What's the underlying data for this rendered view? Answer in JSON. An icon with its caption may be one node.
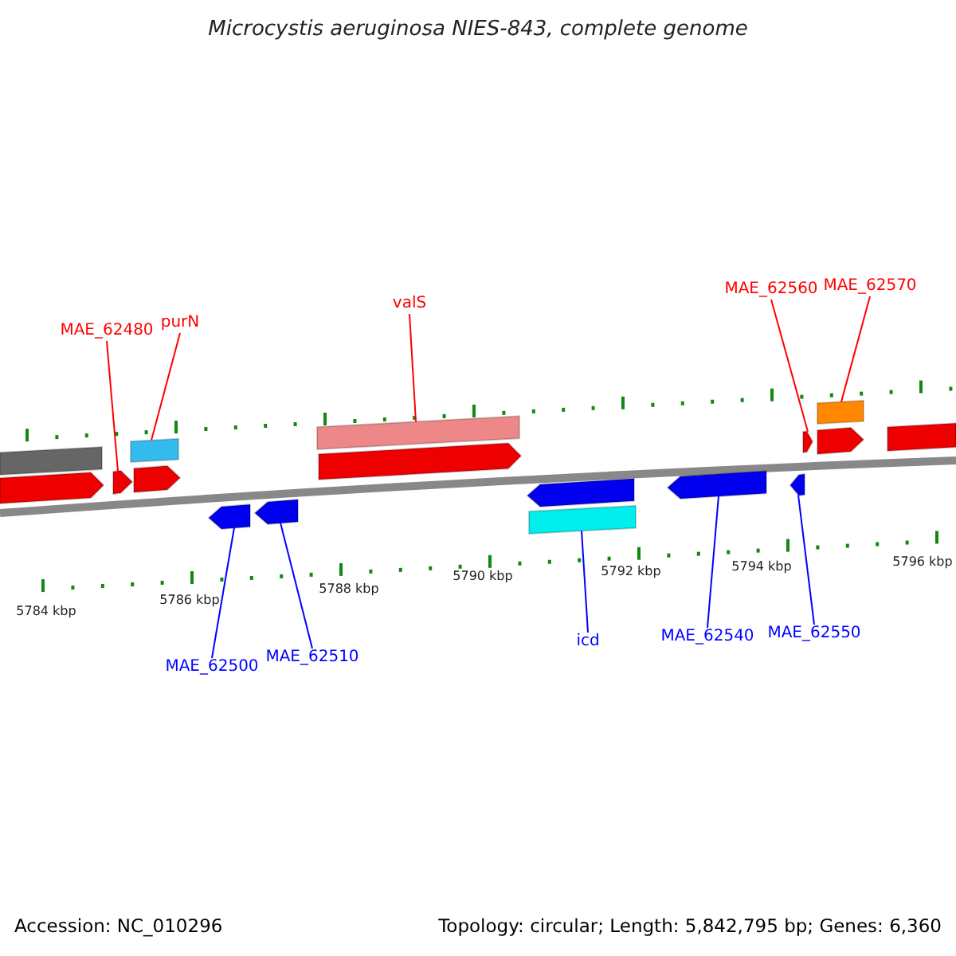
{
  "diagram": {
    "title": "Microcystis aeruginosa NIES-843, complete genome",
    "nodes": [
      {
        "text": [
          "MAE_62480"
        ]
      },
      {
        "text": [
          "purN"
        ]
      },
      {
        "text": [
          "valS"
        ]
      },
      {
        "text": [
          "MAE_62560"
        ]
      },
      {
        "text": [
          "MAE_62570"
        ]
      },
      {
        "text": [
          "MAE_62500"
        ]
      },
      {
        "text": [
          "MAE_62510"
        ]
      },
      {
        "text": [
          "icd"
        ]
      },
      {
        "text": [
          "MAE_62540"
        ]
      },
      {
        "text": [
          "MAE_62550"
        ]
      },
      {
        "text": [],
        "shape": "bar"
      },
      {
        "text": [],
        "shape": "arrow"
      },
      {
        "text": [],
        "shape": "arrow"
      },
      {
        "text": [],
        "shape": "bar"
      },
      {
        "text": [],
        "shape": "arrow"
      },
      {
        "text": [],
        "shape": "arrow"
      },
      {
        "text": [],
        "shape": "arrow"
      },
      {
        "text": [],
        "shape": "bar"
      },
      {
        "text": [],
        "shape": "arrow"
      },
      {
        "text": [],
        "shape": "arrow"
      },
      {
        "text": [],
        "shape": "bar"
      },
      {
        "text": [],
        "shape": "arrow"
      },
      {
        "text": [],
        "shape": "arrow"
      },
      {
        "text": [],
        "shape": "arrow"
      },
      {
        "text": [],
        "shape": "bar"
      },
      {
        "text": [],
        "shape": "arrow"
      },
      {
        "text": [],
        "shape": "bar"
      }
    ],
    "edges": [
      {
        "from": 0,
        "to": 12,
        "arrow": "none",
        "color": "#ff0000"
      },
      {
        "from": 1,
        "to": 13,
        "arrow": "none",
        "color": "#ff0000"
      },
      {
        "from": 2,
        "to": 17,
        "arrow": "none",
        "color": "#ff0000"
      },
      {
        "from": 3,
        "to": 23,
        "arrow": "none",
        "color": "#ff0000"
      },
      {
        "from": 4,
        "to": 24,
        "arrow": "none",
        "color": "#ff0000"
      },
      {
        "from": 5,
        "to": 15,
        "arrow": "none",
        "color": "#0000ff"
      },
      {
        "from": 6,
        "to": 16,
        "arrow": "none",
        "color": "#0000ff"
      },
      {
        "from": 7,
        "to": 20,
        "arrow": "none",
        "color": "#0000ff"
      },
      {
        "from": 8,
        "to": 21,
        "arrow": "none",
        "color": "#0000ff"
      },
      {
        "from": 9,
        "to": 22,
        "arrow": "none",
        "color": "#0000ff"
      }
    ],
    "labels": [
      "5784 kbp",
      "5786 kbp",
      "5788 kbp",
      "5790 kbp",
      "5792 kbp",
      "5794 kbp",
      "5796 kbp",
      "Accession: NC_010296",
      "Topology: circular; Length: 5,842,795 bp; Genes: 6,360"
    ]
  }
}
